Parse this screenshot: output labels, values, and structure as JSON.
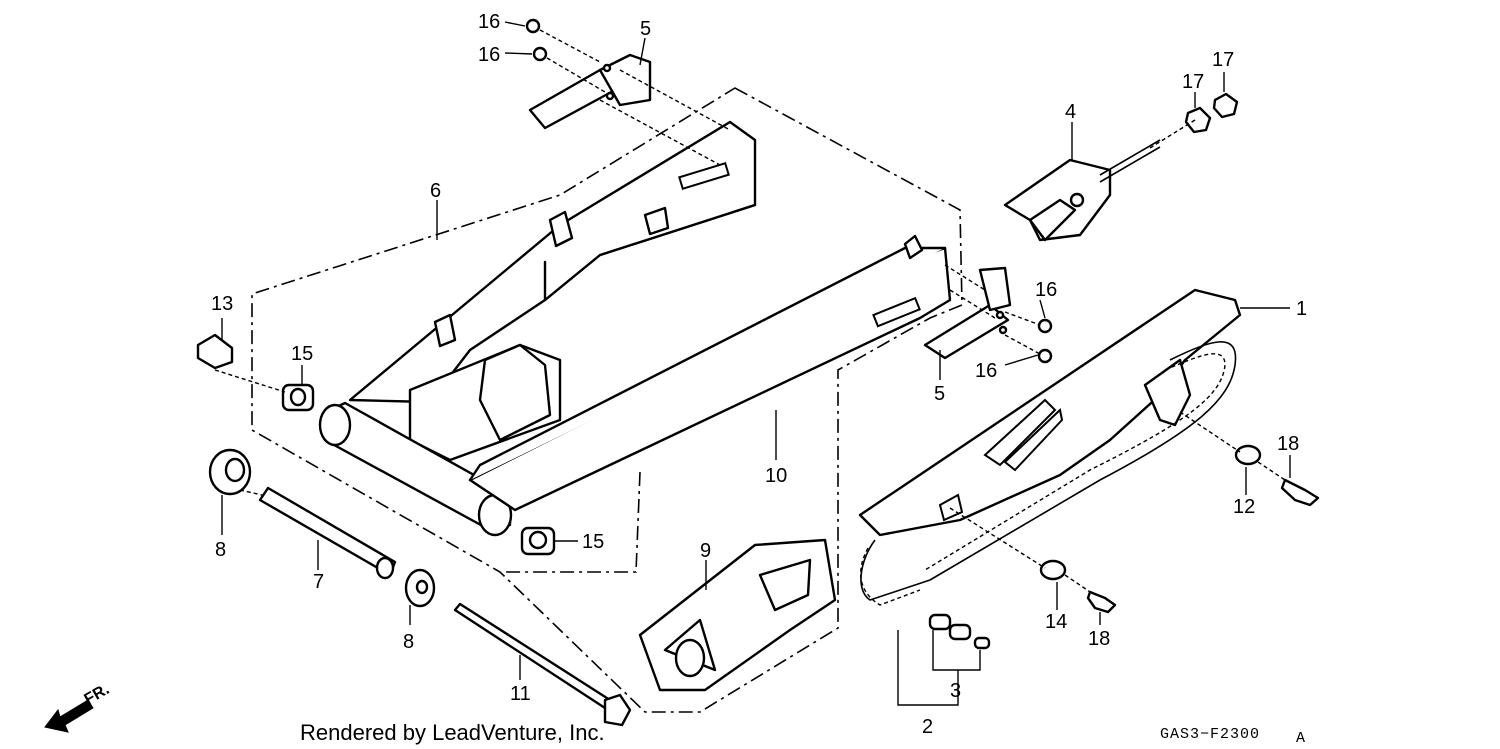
{
  "footer": {
    "credit": "Rendered by LeadVenture, Inc.",
    "code": "GAS3−F2300",
    "revision": "A",
    "direction": "FR."
  },
  "callouts": {
    "c1": "1",
    "c2": "2",
    "c3": "3",
    "c4": "4",
    "c5a": "5",
    "c5b": "5",
    "c6": "6",
    "c7": "7",
    "c8a": "8",
    "c8b": "8",
    "c9": "9",
    "c10": "10",
    "c11": "11",
    "c12": "12",
    "c13": "13",
    "c14": "14",
    "c15a": "15",
    "c15b": "15",
    "c16a": "16",
    "c16b": "16",
    "c16c": "16",
    "c16d": "16",
    "c17a": "17",
    "c17b": "17",
    "c18a": "18",
    "c18b": "18"
  },
  "icons": [
    "front-direction-arrow-icon"
  ]
}
